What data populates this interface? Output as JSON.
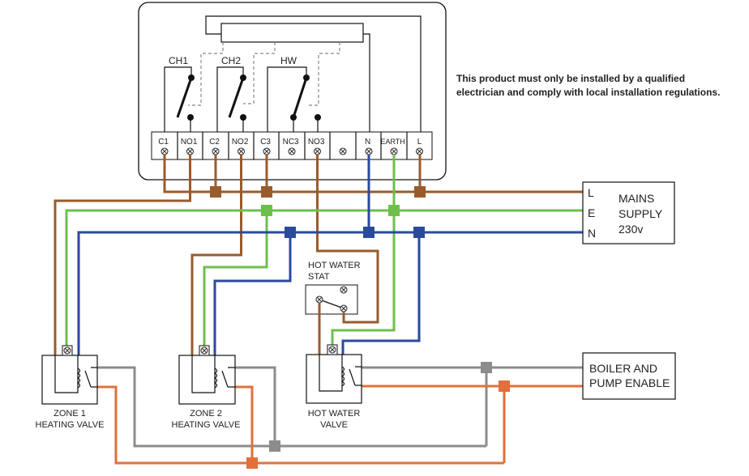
{
  "notice": [
    "This product must only be installed by a qualified",
    "electrician and comply with local installation regulations."
  ],
  "controller": {
    "relays": [
      "CH1",
      "CH2",
      "HW"
    ],
    "terminals": [
      "C1",
      "NO1",
      "C2",
      "NO2",
      "C3",
      "NC3",
      "NO3",
      "",
      "N",
      "EARTH",
      "L"
    ]
  },
  "mains": {
    "lines": [
      "L",
      "E",
      "N"
    ],
    "title": [
      "MAINS",
      "SUPPLY",
      "230v"
    ]
  },
  "boiler": [
    "BOILER AND",
    "PUMP ENABLE"
  ],
  "stat": [
    "HOT WATER",
    "STAT"
  ],
  "valves": [
    {
      "label": [
        "ZONE 1",
        "HEATING VALVE"
      ]
    },
    {
      "label": [
        "ZONE 2",
        "HEATING VALVE"
      ]
    },
    {
      "label": [
        "HOT WATER",
        "VALVE"
      ]
    }
  ],
  "colors": {
    "live": "#9a5b2c",
    "earth": "#6cc04a",
    "neutral": "#2a4a9c",
    "switched_grey": "#8c8c8c",
    "switched_orange": "#e2703a"
  }
}
